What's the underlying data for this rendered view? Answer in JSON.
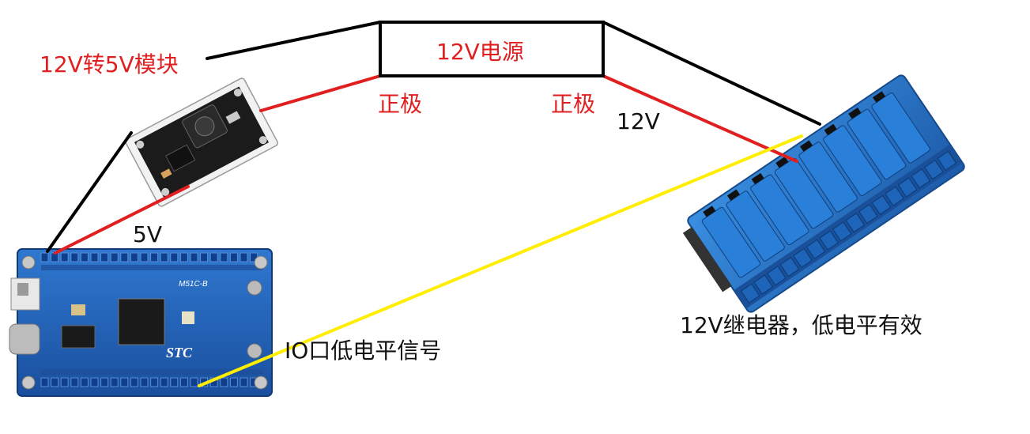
{
  "power_supply": {
    "label": "12V电源"
  },
  "converter": {
    "label": "12V转5V模块"
  },
  "relay": {
    "label": "12V继电器，低电平有效"
  },
  "io": {
    "label": "IO口低电平信号"
  },
  "wires": {
    "positive_left": "正极",
    "positive_right": "正极",
    "v12": "12V",
    "v5": "5V"
  },
  "mcu_board": {
    "model": "M51C-B",
    "brand": "STC"
  },
  "colors": {
    "positive": "#e02020",
    "ground": "#000000",
    "signal": "#ffee00",
    "board": "#1e5fb8"
  }
}
